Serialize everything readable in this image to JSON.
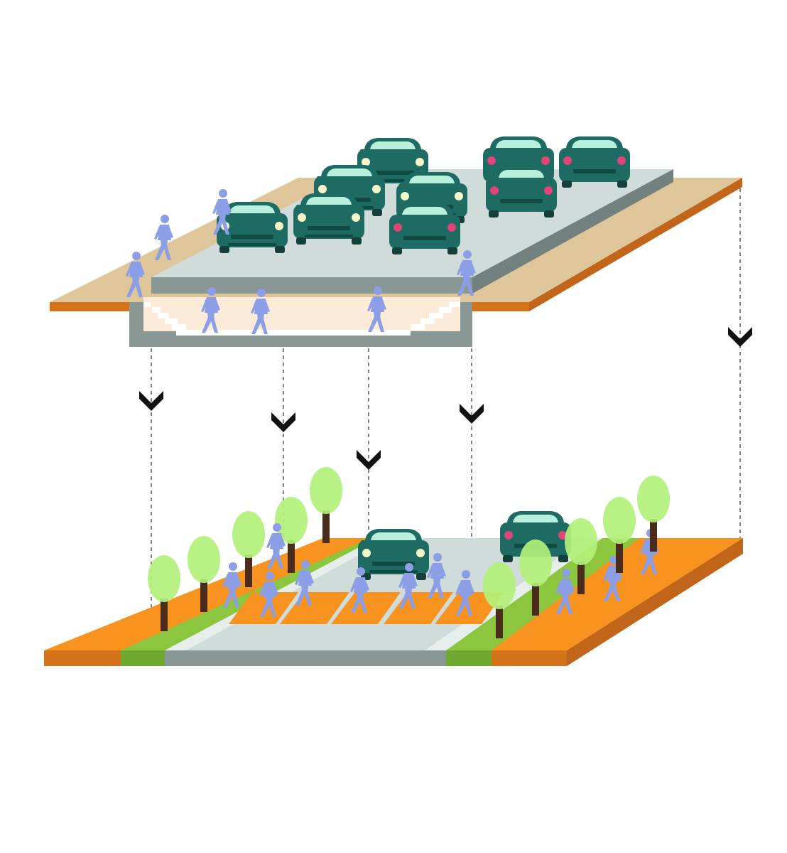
{
  "diagram": {
    "description_text": "",
    "colors": {
      "sidewalk_orange": "#f7931e",
      "sidewalk_orange_dark": "#d4731a",
      "sidewalk_tan": "#dfc59a",
      "road_light": "#d0dcd9",
      "road_edge": "#8a9895",
      "grass": "#8cc63f",
      "tree_canopy": "#b2f07a",
      "tree_trunk": "#4a2c1c",
      "car_body": "#1d6b62",
      "car_glass": "#b8f0dc",
      "pedestrian": "#8c9ee6",
      "underpass_floor": "#fdebd9",
      "arrow": "#111111"
    },
    "icons": [
      "car-icon",
      "pedestrian-icon",
      "tree-icon",
      "chevron-down-icon"
    ],
    "transitions": [
      {
        "from": "underpass-left-edge",
        "to": "crosswalk-left-edge"
      },
      {
        "from": "underpass-middle-left",
        "to": "crosswalk-middle-left"
      },
      {
        "from": "underpass-middle-right",
        "to": "crosswalk-middle-right"
      },
      {
        "from": "underpass-right-edge",
        "to": "crosswalk-right-edge"
      },
      {
        "from": "upper-sidewalk-right-edge",
        "to": "lower-sidewalk-right-edge"
      }
    ]
  }
}
